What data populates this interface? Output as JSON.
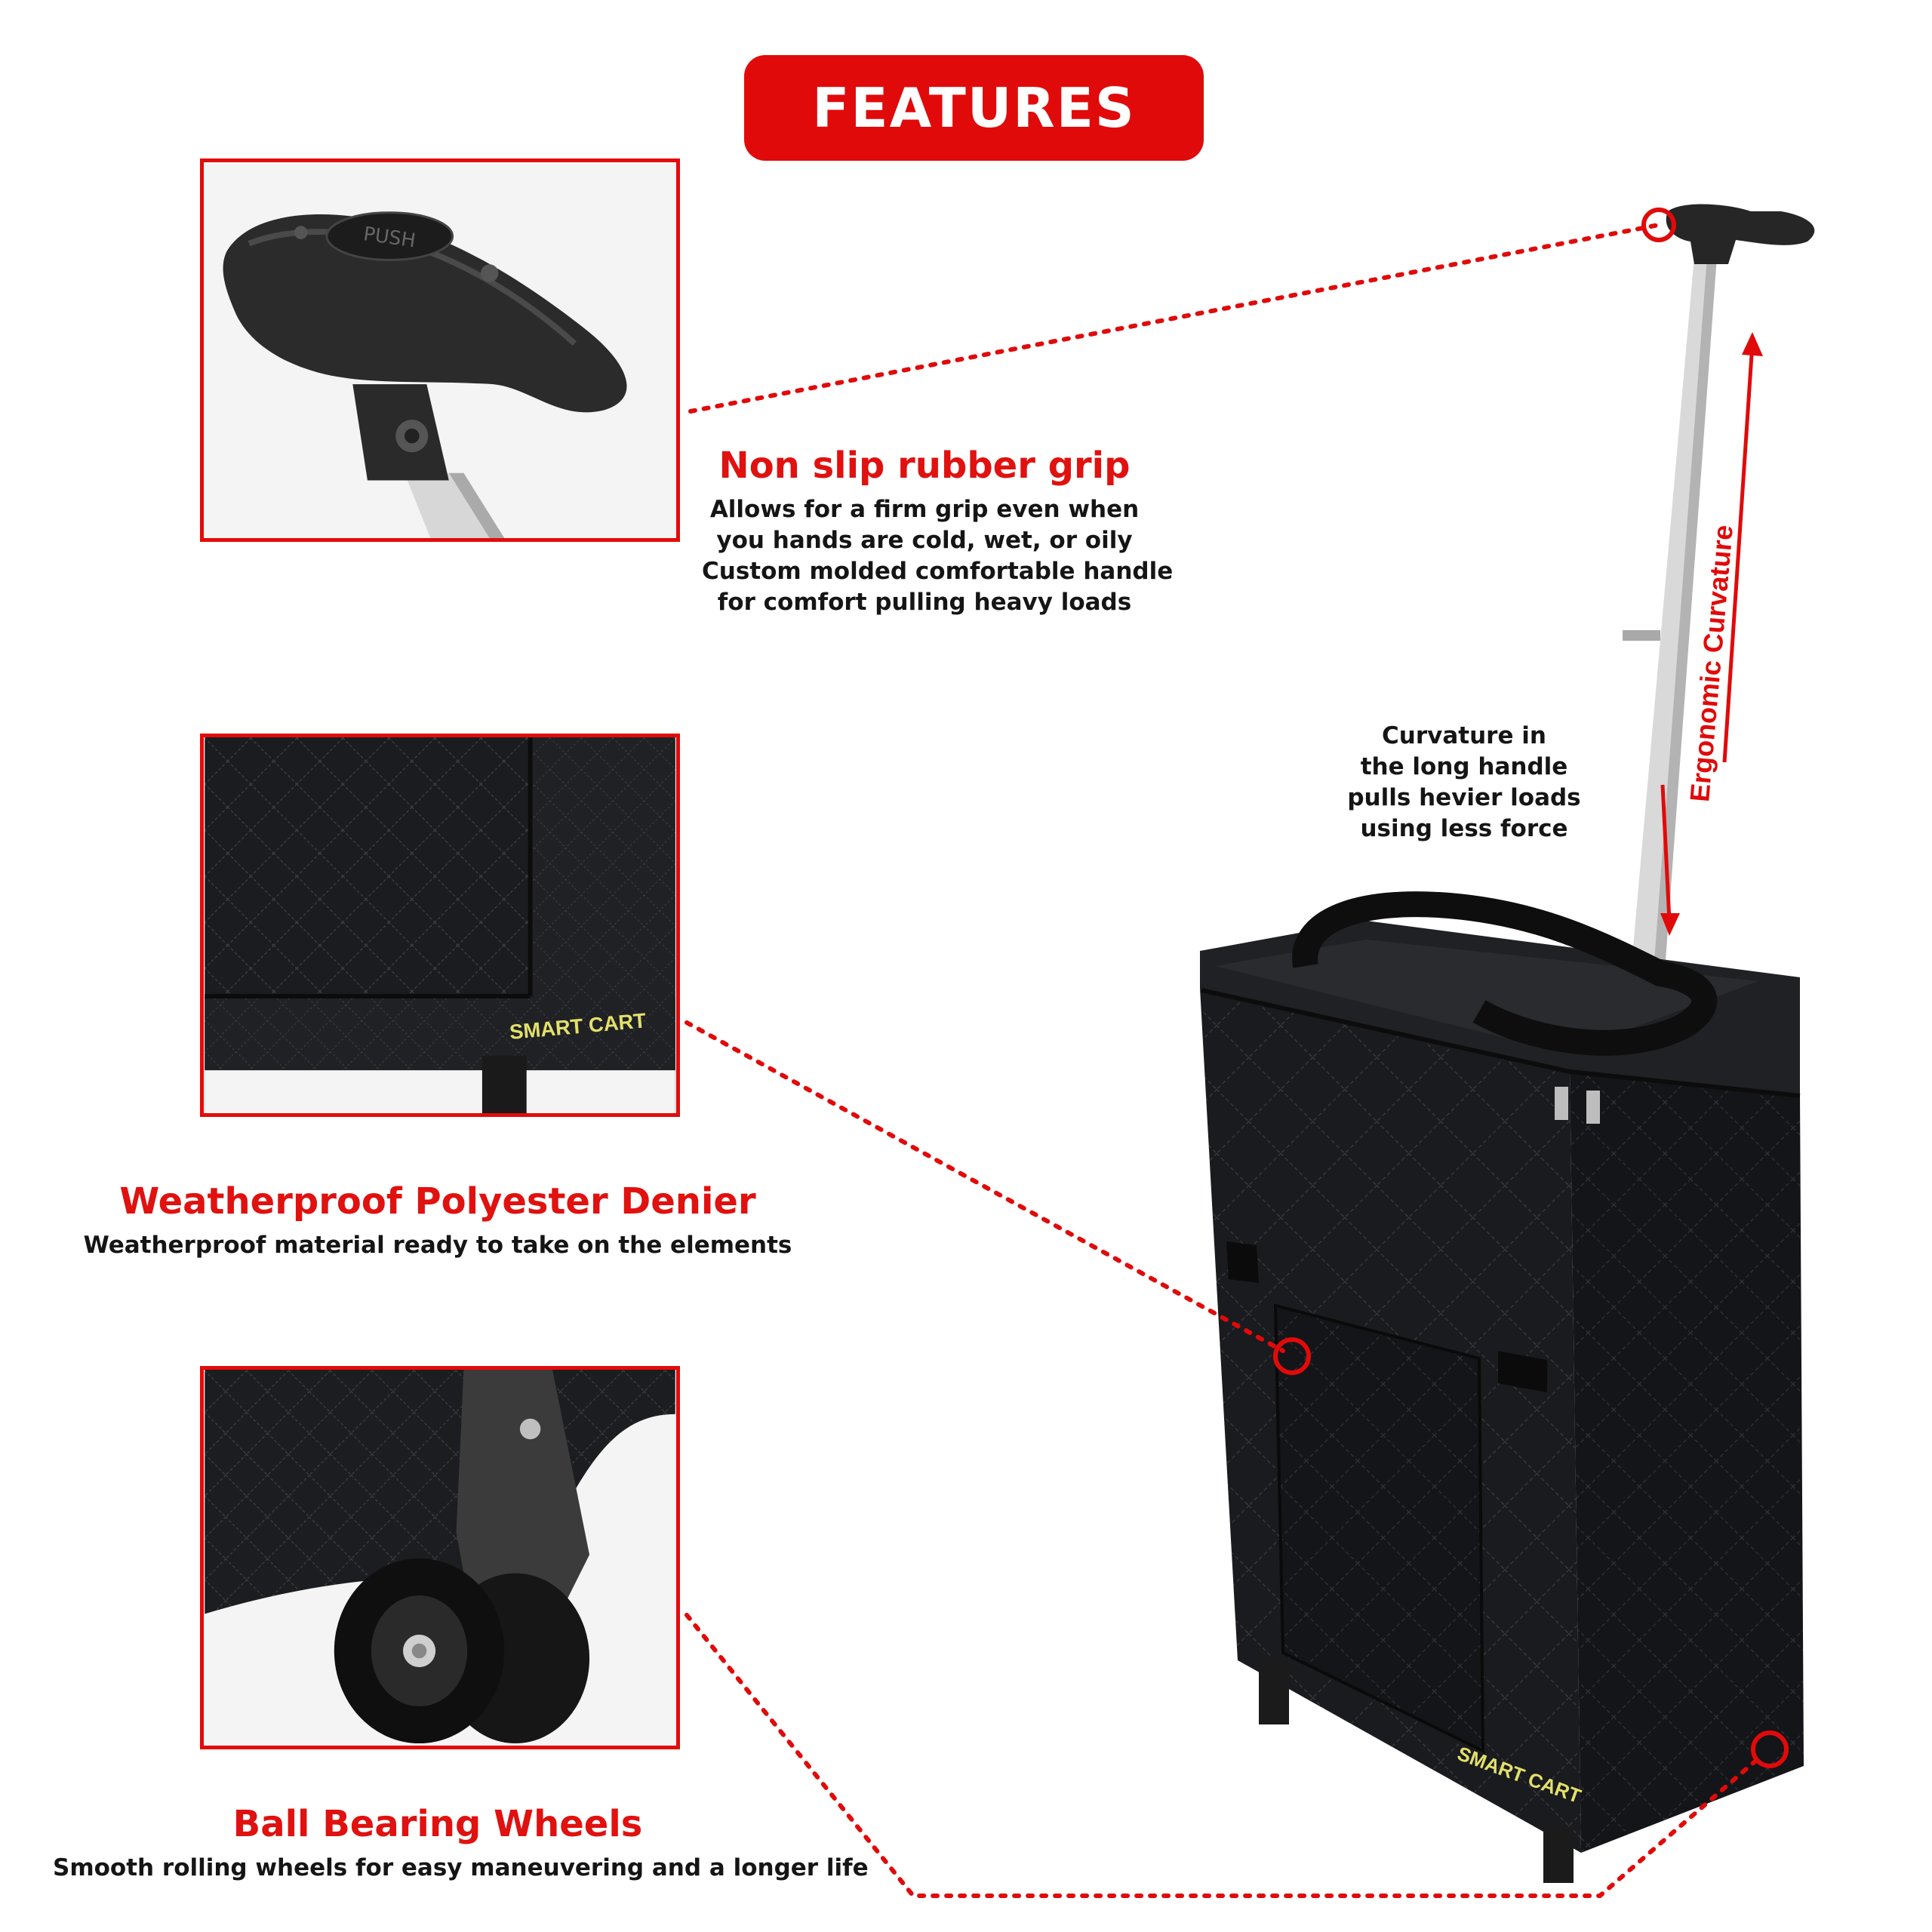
{
  "title": "FEATURES",
  "features": [
    {
      "heading": "Non slip rubber grip",
      "lines": [
        "Allows for a firm grip even when",
        "you hands are cold, wet, or oily",
        "Custom molded comfortable handle",
        "for comfort pulling heavy loads"
      ]
    },
    {
      "heading": "Weatherproof  Polyester Denier",
      "lines": [
        "Weatherproof material ready to take on the elements"
      ]
    },
    {
      "heading": "Ball Bearing Wheels",
      "lines": [
        "Smooth rolling wheels for easy maneuvering and a longer life"
      ]
    }
  ],
  "curvature_note": {
    "lines": [
      "Curvature in",
      "the long handle",
      "pulls hevier loads",
      "using less force"
    ]
  },
  "ergonomic_label": "Ergonomic Curvature",
  "brand_label": "SMART CART",
  "push_label": "PUSH",
  "colors": {
    "accent": "#e10a0a",
    "bag": "#17181b",
    "text": "#151515"
  }
}
